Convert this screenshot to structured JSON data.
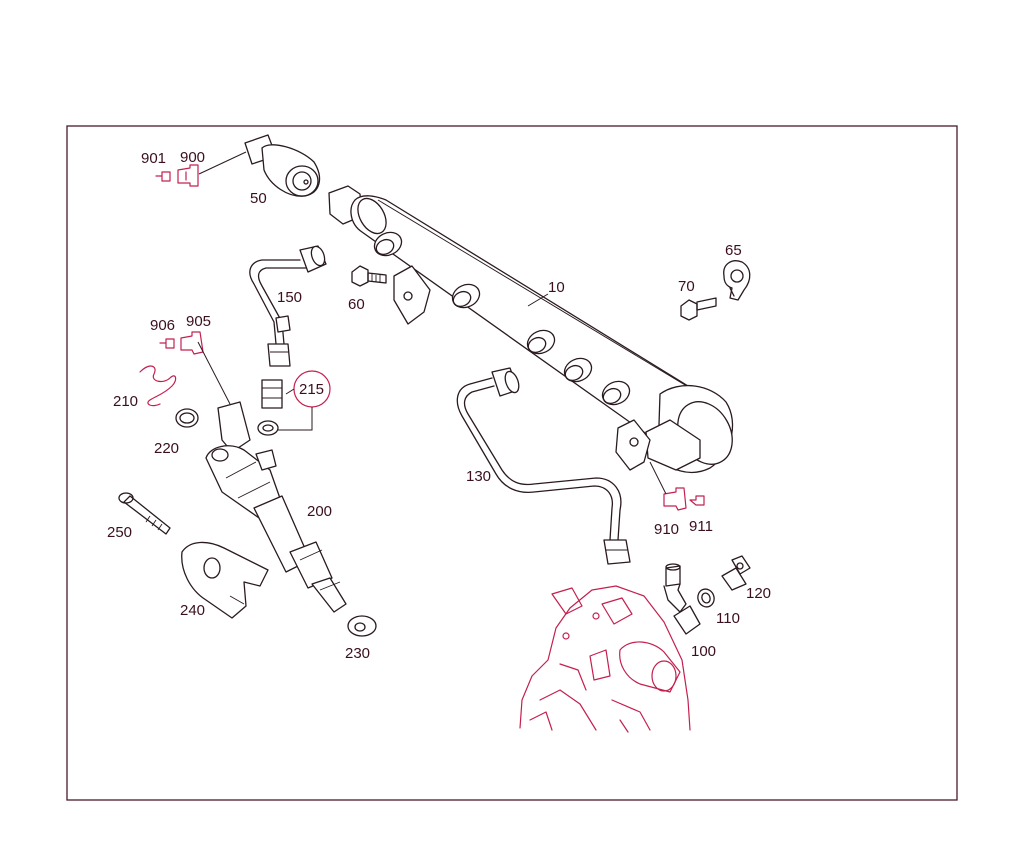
{
  "colors": {
    "outline": "#2a1a22",
    "accent": "#c4204f",
    "label": "#3a0f1e",
    "frame": "#4a1a2a"
  },
  "callouts": {
    "p901": "901",
    "p900": "900",
    "p50": "50",
    "p10": "10",
    "p60": "60",
    "p65": "65",
    "p70": "70",
    "p150": "150",
    "p906": "906",
    "p905": "905",
    "p210": "210",
    "p215": "215",
    "p220": "220",
    "p200": "200",
    "p250": "250",
    "p240": "240",
    "p230": "230",
    "p130": "130",
    "p910": "910",
    "p911": "911",
    "p100": "100",
    "p110": "110",
    "p120": "120"
  }
}
